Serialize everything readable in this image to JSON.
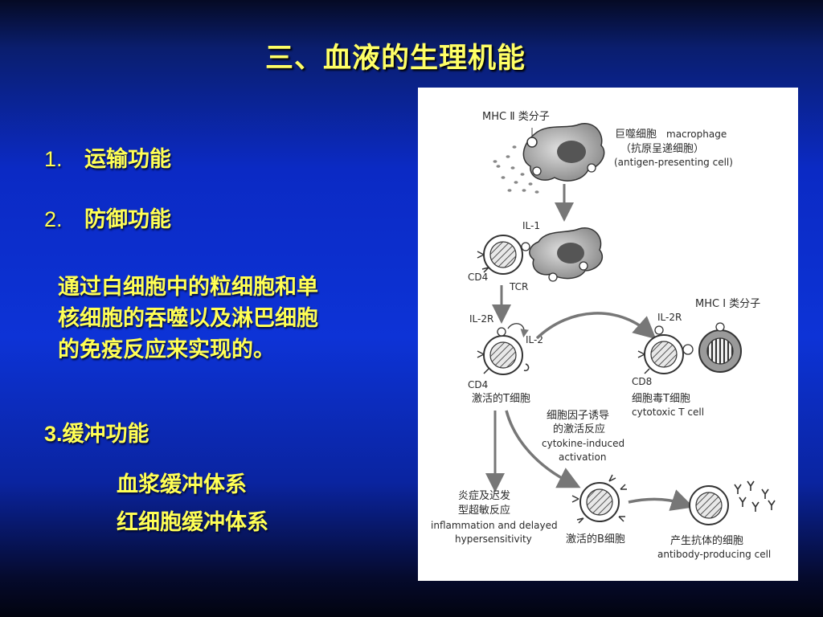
{
  "title": "三、血液的生理机能",
  "items": [
    {
      "num": "1.",
      "label": "运输功能"
    },
    {
      "num": "2.",
      "label": "防御功能"
    },
    {
      "num": "3.",
      "label": "缓冲功能"
    }
  ],
  "defense_desc_lines": [
    "通过白细胞中的粒细胞和单",
    "核细胞的吞噬以及淋巴细胞",
    "的免疫反应来实现的。"
  ],
  "buffer_systems": [
    "血浆缓冲体系",
    "红细胞缓冲体系"
  ],
  "figure": {
    "mhc2": "MHC Ⅱ 类分子",
    "macrophage_cn": "巨噬细胞",
    "macrophage_en": "macrophage",
    "apc_cn": "（抗原呈递细胞）",
    "apc_en": "(antigen-presenting cell)",
    "il1": "IL-1",
    "cd4_a": "CD4",
    "tcr": "TCR",
    "il2r_a": "IL-2R",
    "il2": "IL-2",
    "cd4_b": "CD4",
    "activated_t": "激活的T细胞",
    "mhc1": "MHC Ⅰ 类分子",
    "il2r_b": "IL-2R",
    "cd8": "CD8",
    "cytotoxic_cn": "细胞毒T细胞",
    "cytotoxic_en": "cytotoxic T cell",
    "cytokine_cn1": "细胞因子诱导",
    "cytokine_cn2": "的激活反应",
    "cytokine_en1": "cytokine-induced",
    "cytokine_en2": "activation",
    "inflam_cn1": "炎症及迟发",
    "inflam_cn2": "型超敏反应",
    "inflam_en1": "inflammation and delayed",
    "inflam_en2": "hypersensitivity",
    "activated_b": "激活的B细胞",
    "antibody_cn": "产生抗体的细胞",
    "antibody_en": "antibody-producing cell"
  }
}
